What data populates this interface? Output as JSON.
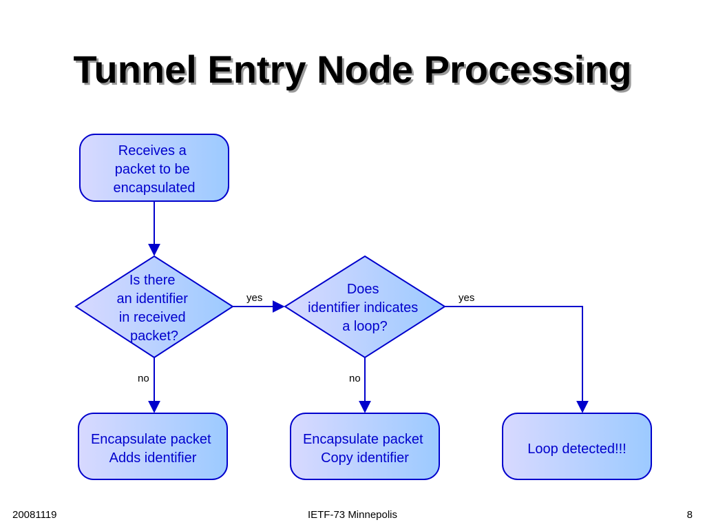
{
  "slide": {
    "title": "Tunnel Entry Node Processing",
    "footer": {
      "date": "20081119",
      "event": "IETF-73 Minnepolis",
      "page_number": "8"
    }
  },
  "flowchart": {
    "nodes": {
      "start": {
        "shape": "rounded-rect",
        "lines": [
          "Receives a",
          "packet to be",
          "encapsulated"
        ]
      },
      "decision_identifier": {
        "shape": "diamond",
        "lines": [
          "Is there",
          "an identifier",
          "in received",
          "packet?"
        ]
      },
      "decision_loop": {
        "shape": "diamond",
        "lines": [
          "Does",
          "identifier indicates",
          "a loop?"
        ]
      },
      "encap_add": {
        "shape": "rounded-rect",
        "lines": [
          "Encapsulate packet",
          "Adds identifier"
        ]
      },
      "encap_copy": {
        "shape": "rounded-rect",
        "lines": [
          "Encapsulate packet",
          "Copy identifier"
        ]
      },
      "loop_detected": {
        "shape": "rounded-rect",
        "lines": [
          "Loop detected!!!"
        ]
      }
    },
    "edges": [
      {
        "from": "start",
        "to": "decision_identifier",
        "label": ""
      },
      {
        "from": "decision_identifier",
        "to": "decision_loop",
        "label": "yes"
      },
      {
        "from": "decision_identifier",
        "to": "encap_add",
        "label": "no"
      },
      {
        "from": "decision_loop",
        "to": "encap_copy",
        "label": "no"
      },
      {
        "from": "decision_loop",
        "to": "loop_detected",
        "label": "yes"
      }
    ],
    "colors": {
      "stroke": "#0000cc",
      "text": "#0000cc",
      "fill_start": "#d6d8ff",
      "fill_end": "#99c6ff"
    }
  }
}
